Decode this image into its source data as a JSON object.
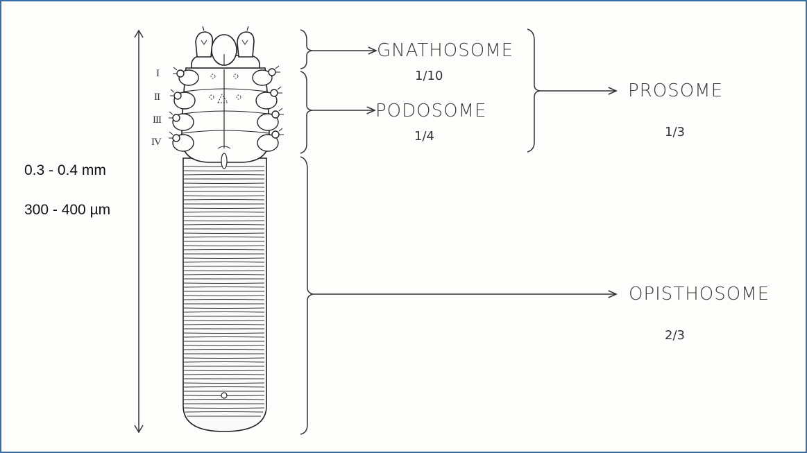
{
  "measurements": {
    "length_mm": "0.3 - 0.4 mm",
    "length_um": "300 - 400 µm"
  },
  "legs": [
    "I",
    "II",
    "III",
    "IV"
  ],
  "segments": {
    "gnathosome": {
      "label": "GNATHOSOME",
      "fraction": "1/10"
    },
    "podosome": {
      "label": "PODOSOME",
      "fraction": "1/4"
    },
    "prosome": {
      "label": "PROSOME",
      "fraction": "1/3"
    },
    "opisthosome": {
      "label": "OPISTHOSOME",
      "fraction": "2/3"
    }
  }
}
